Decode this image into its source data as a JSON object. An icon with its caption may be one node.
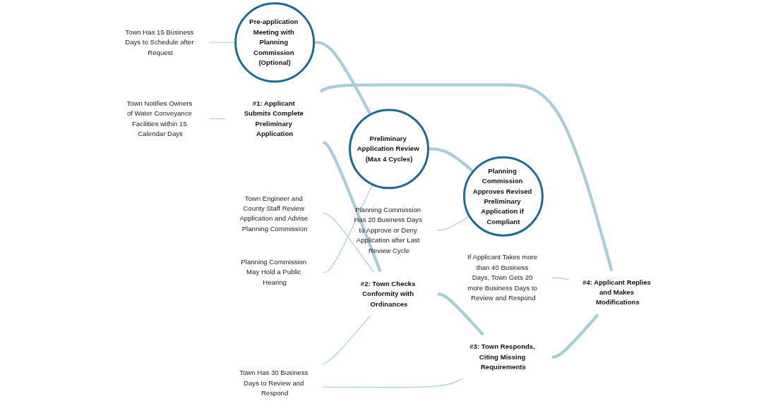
{
  "diagram": {
    "nodes": [
      {
        "text": [
          "Pre-application Meeting with Planning Commission (Optional)"
        ]
      },
      {
        "text": [
          "#1: Applicant Submits Complete Preliminary Application"
        ]
      },
      {
        "text": [
          "#2: Town Checks Conformity with Ordinances"
        ]
      },
      {
        "text": [
          "Preliminary Application Review (Max 4 Cycles)"
        ]
      },
      {
        "text": [
          "#3: Town Responds, Citing Missing Requirements"
        ]
      },
      {
        "text": [
          "#4: Applicant Replies and Makes Modifications"
        ]
      },
      {
        "text": [
          "Planning Commission Approves Revised Preliminary Application if Compliant"
        ]
      },
      {
        "text": [
          "Town Notifies Owners of Water Conveyance Facilities within 15 Calendar Days"
        ]
      },
      {
        "text": [
          "Town Engineer and County Staff Review Application and Advise Planning Commission"
        ]
      },
      {
        "text": [
          "Town Has 15 Business Days to Schedule after Request"
        ]
      },
      {
        "text": [
          "If Applicant Takes more than 40 Business Days, Town Gets 20 more Business Days to Review and Respond"
        ]
      },
      {
        "text": [
          "Planning Commission May Hold a Public Hearing"
        ]
      },
      {
        "text": [
          "Town Has 30 Business Days to Review and Respond"
        ]
      },
      {
        "text": [
          "Planning Commission Has 20 Business Days to Approve or Deny Application after Last Review Cycle"
        ]
      }
    ],
    "edges": [
      {
        "from": 0,
        "to": 3,
        "arrow": "to",
        "style": "thick"
      },
      {
        "from": 5,
        "to": 1,
        "arrow": "to",
        "style": "thick"
      },
      {
        "from": 1,
        "to": 2,
        "arrow": "to",
        "style": "thick"
      },
      {
        "from": 2,
        "to": 4,
        "arrow": "to",
        "style": "thick"
      },
      {
        "from": 4,
        "to": 5,
        "arrow": "to",
        "style": "thick"
      },
      {
        "from": 3,
        "to": 6,
        "arrow": "to",
        "style": "thick"
      },
      {
        "from": 7,
        "to": 1,
        "arrow": "none"
      },
      {
        "from": 8,
        "to": 2,
        "arrow": "none"
      },
      {
        "from": 9,
        "to": 0,
        "arrow": "none"
      },
      {
        "from": 10,
        "to": 5,
        "arrow": "none"
      },
      {
        "from": 11,
        "to": 3,
        "arrow": "none"
      },
      {
        "from": 12,
        "to": 4,
        "arrow": "none"
      },
      {
        "from": 12,
        "to": 2,
        "arrow": "none"
      },
      {
        "from": 13,
        "to": 6,
        "arrow": "none"
      }
    ]
  }
}
